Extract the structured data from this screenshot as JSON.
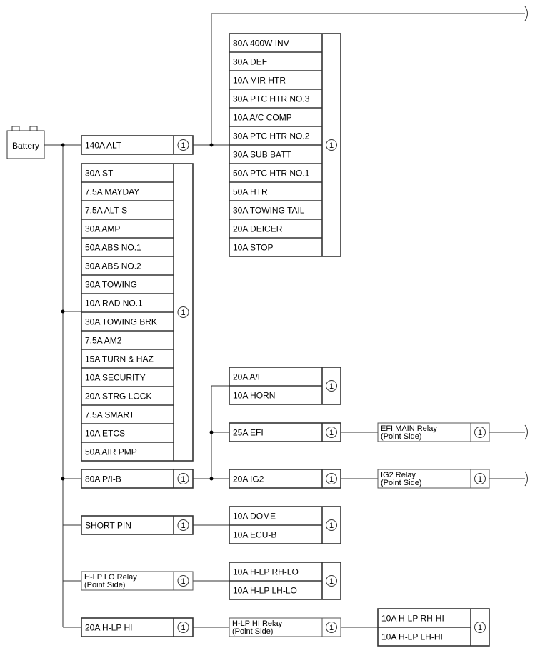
{
  "battery": {
    "label": "Battery"
  },
  "connector": {
    "symbol": "1"
  },
  "main_fuse": {
    "label": "140A ALT"
  },
  "alt_group": [
    "80A 400W INV",
    "30A  DEF",
    "10A MIR HTR",
    "30A PTC HTR NO.3",
    "10A A/C COMP",
    "30A PTC HTR NO.2",
    "30A SUB BATT",
    "50A PTC HTR NO.1",
    "50A HTR",
    "30A TOWING TAIL",
    "20A DEICER",
    "10A STOP"
  ],
  "battery_group": [
    "30A ST",
    "7.5A MAYDAY",
    "7.5A ALT-S",
    "30A AMP",
    "50A ABS NO.1",
    "30A ABS NO.2",
    "30A TOWING",
    "10A RAD NO.1",
    "30A TOWING BRK",
    "7.5A AM2",
    "15A TURN & HAZ",
    "10A SECURITY",
    "20A STRG LOCK",
    "7.5A SMART",
    "10A ETCS",
    "50A AIR PMP"
  ],
  "pib": {
    "label": "80A P/I-B",
    "horn_group": [
      "20A A/F",
      "10A HORN"
    ],
    "efi": "25A EFI",
    "efi_relay": [
      "EFI MAIN Relay",
      "(Point Side)"
    ],
    "ig2": "20A IG2",
    "ig2_relay": [
      "IG2 Relay",
      "(Point Side)"
    ]
  },
  "short_pin": {
    "label": "SHORT PIN",
    "group": [
      "10A DOME",
      "10A ECU-B"
    ]
  },
  "hlp_lo": {
    "relay": [
      "H-LP LO Relay",
      "(Point Side)"
    ],
    "group": [
      "10A H-LP RH-LO",
      "10A H-LP LH-LO"
    ]
  },
  "hlp_hi": {
    "label": "20A H-LP HI",
    "relay": [
      "H-LP HI Relay",
      "(Point Side)"
    ],
    "group": [
      "10A H-LP RH-HI",
      "10A H-LP LH-HI"
    ]
  }
}
